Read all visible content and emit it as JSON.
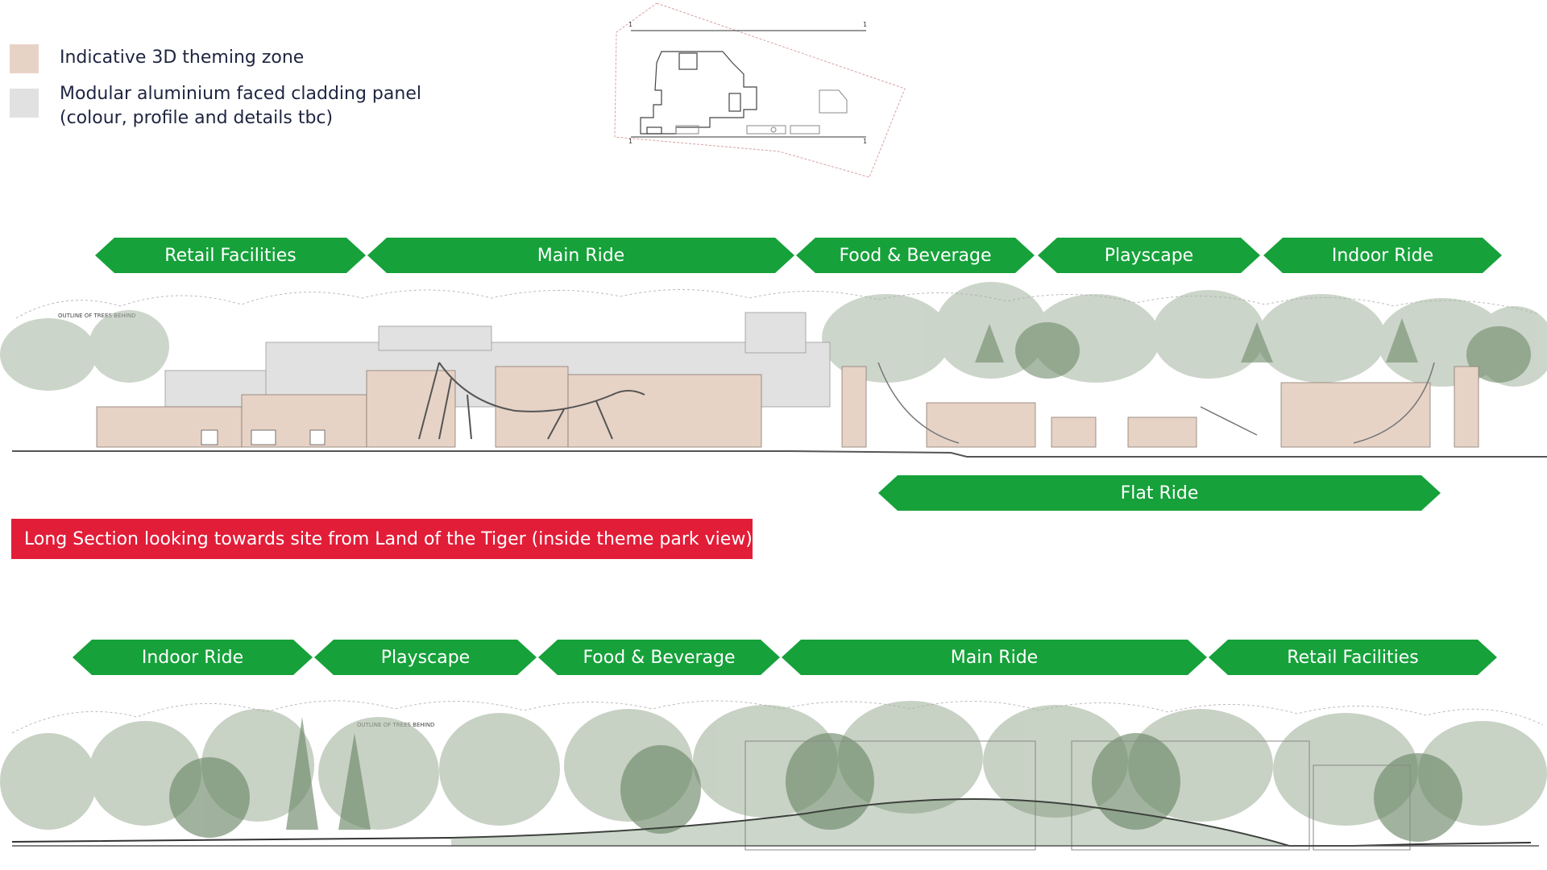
{
  "colors": {
    "banner": "#16a13a",
    "title_bar": "#e21d38",
    "theming_zone": "#e7d3c6",
    "cladding_panel": "#e1e1e1",
    "tree": "#7e9578",
    "ground": "#555555"
  },
  "legend": {
    "items": [
      {
        "label": "Indicative 3D theming zone",
        "color": "#e7d3c6"
      },
      {
        "label_line1": "Modular aluminium faced cladding panel",
        "label_line2": "(colour, profile and details tbc)",
        "color": "#e1e1e1"
      }
    ]
  },
  "key_plan": {
    "markers": [
      "1",
      "1",
      "1",
      "1"
    ]
  },
  "elevation_top": {
    "banners": [
      "Retail Facilities",
      "Main Ride",
      "Food & Beverage",
      "Playscape",
      "Indoor Ride"
    ],
    "secondary_banner": "Flat Ride",
    "annotation": "OUTLINE OF TREES BEHIND"
  },
  "section_title": "Long Section looking towards site from Land of the Tiger (inside theme park view)",
  "elevation_bottom": {
    "banners": [
      "Indoor Ride",
      "Playscape",
      "Food & Beverage",
      "Main Ride",
      "Retail Facilities"
    ],
    "annotation": "OUTLINE OF TREES BEHIND"
  }
}
